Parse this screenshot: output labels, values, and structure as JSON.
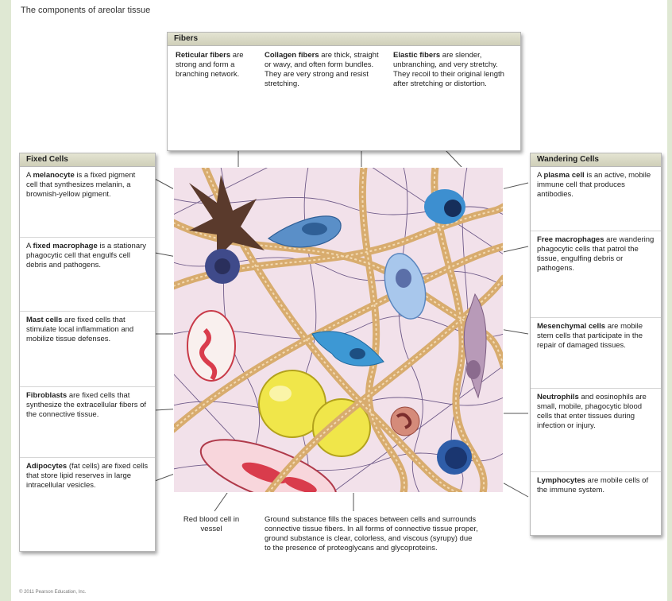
{
  "title": "The components of areolar tissue",
  "fibers": {
    "heading": "Fibers",
    "items": [
      {
        "term": "Reticular fibers",
        "text": " are strong and form a branching network."
      },
      {
        "term": "Collagen fibers",
        "text": " are thick, straight or wavy, and often form bundles. They are very strong and resist stretching."
      },
      {
        "term": "Elastic fibers",
        "text": " are slender, unbranching, and very stretchy. They recoil to their original length after stretching or distortion."
      }
    ]
  },
  "fixed_cells": {
    "heading": "Fixed Cells",
    "items": [
      {
        "lead": "A ",
        "term": "melanocyte",
        "text": " is a fixed pigment cell that synthesizes melanin, a brownish-yellow pigment."
      },
      {
        "lead": "A ",
        "term": "fixed macrophage",
        "text": " is a stationary phagocytic cell that engulfs cell debris and pathogens."
      },
      {
        "lead": "",
        "term": "Mast cells",
        "text": " are fixed cells that stimulate local inflammation and mobilize tissue defenses."
      },
      {
        "lead": "",
        "term": "Fibroblasts",
        "text": " are fixed cells that synthesize the extracellular fibers of the connective tissue."
      },
      {
        "lead": "",
        "term": "Adipocytes",
        "text": " (fat cells) are fixed cells that store lipid reserves in large intracellular vesicles."
      }
    ]
  },
  "wandering_cells": {
    "heading": "Wandering Cells",
    "items": [
      {
        "lead": "A ",
        "term": "plasma cell",
        "text": " is an active, mobile immune cell that produces antibodies."
      },
      {
        "lead": "",
        "term": "Free macrophages",
        "text": " are wandering phagocytic cells that patrol the tissue, engulfing debris or pathogens."
      },
      {
        "lead": "",
        "term": "Mesenchymal cells",
        "text": " are mobile stem cells that participate in the repair of damaged tissues."
      },
      {
        "lead": "",
        "term": "Neutrophils",
        "text": " and eosinophils are small, mobile, phagocytic blood cells that enter tissues during infection or injury."
      },
      {
        "lead": "",
        "term": "Lymphocytes",
        "text": " are mobile cells of the immune system."
      }
    ]
  },
  "captions": {
    "rbc": "Red blood cell in vessel",
    "ground": "Ground substance fills the spaces between cells and surrounds connective tissue fibers. In all forms of connective tissue proper, ground substance is clear, colorless, and viscous (syrupy) due to the presence of proteoglycans and glycoproteins."
  },
  "footer": "© 2011 Pearson Education, Inc.",
  "colors": {
    "background": "#dfe8d3",
    "box_header": "#d8d8c4",
    "tissue_ground": "#f2e1ea",
    "collagen": "#e8c493",
    "adipocyte": "#f0e64a",
    "plasma_cell": "#3d8fd0"
  }
}
